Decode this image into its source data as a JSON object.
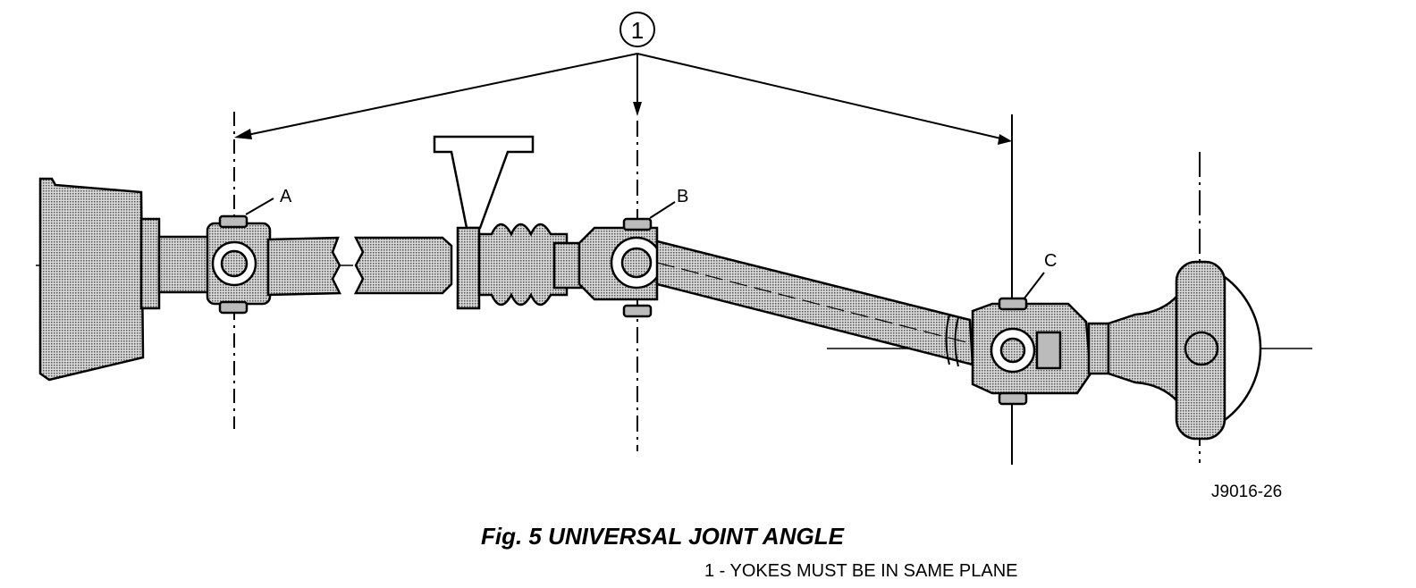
{
  "figure": {
    "callout_number": "1",
    "joint_labels": {
      "a": "A",
      "b": "B",
      "c": "C"
    },
    "drawing_id": "J9016-26",
    "caption": "Fig. 5 UNIVERSAL JOINT ANGLE",
    "legend_item": "1 - YOKES MUST BE IN SAME PLANE"
  },
  "colors": {
    "line": "#000000",
    "shading": "#9a9a9a",
    "background": "#ffffff"
  }
}
